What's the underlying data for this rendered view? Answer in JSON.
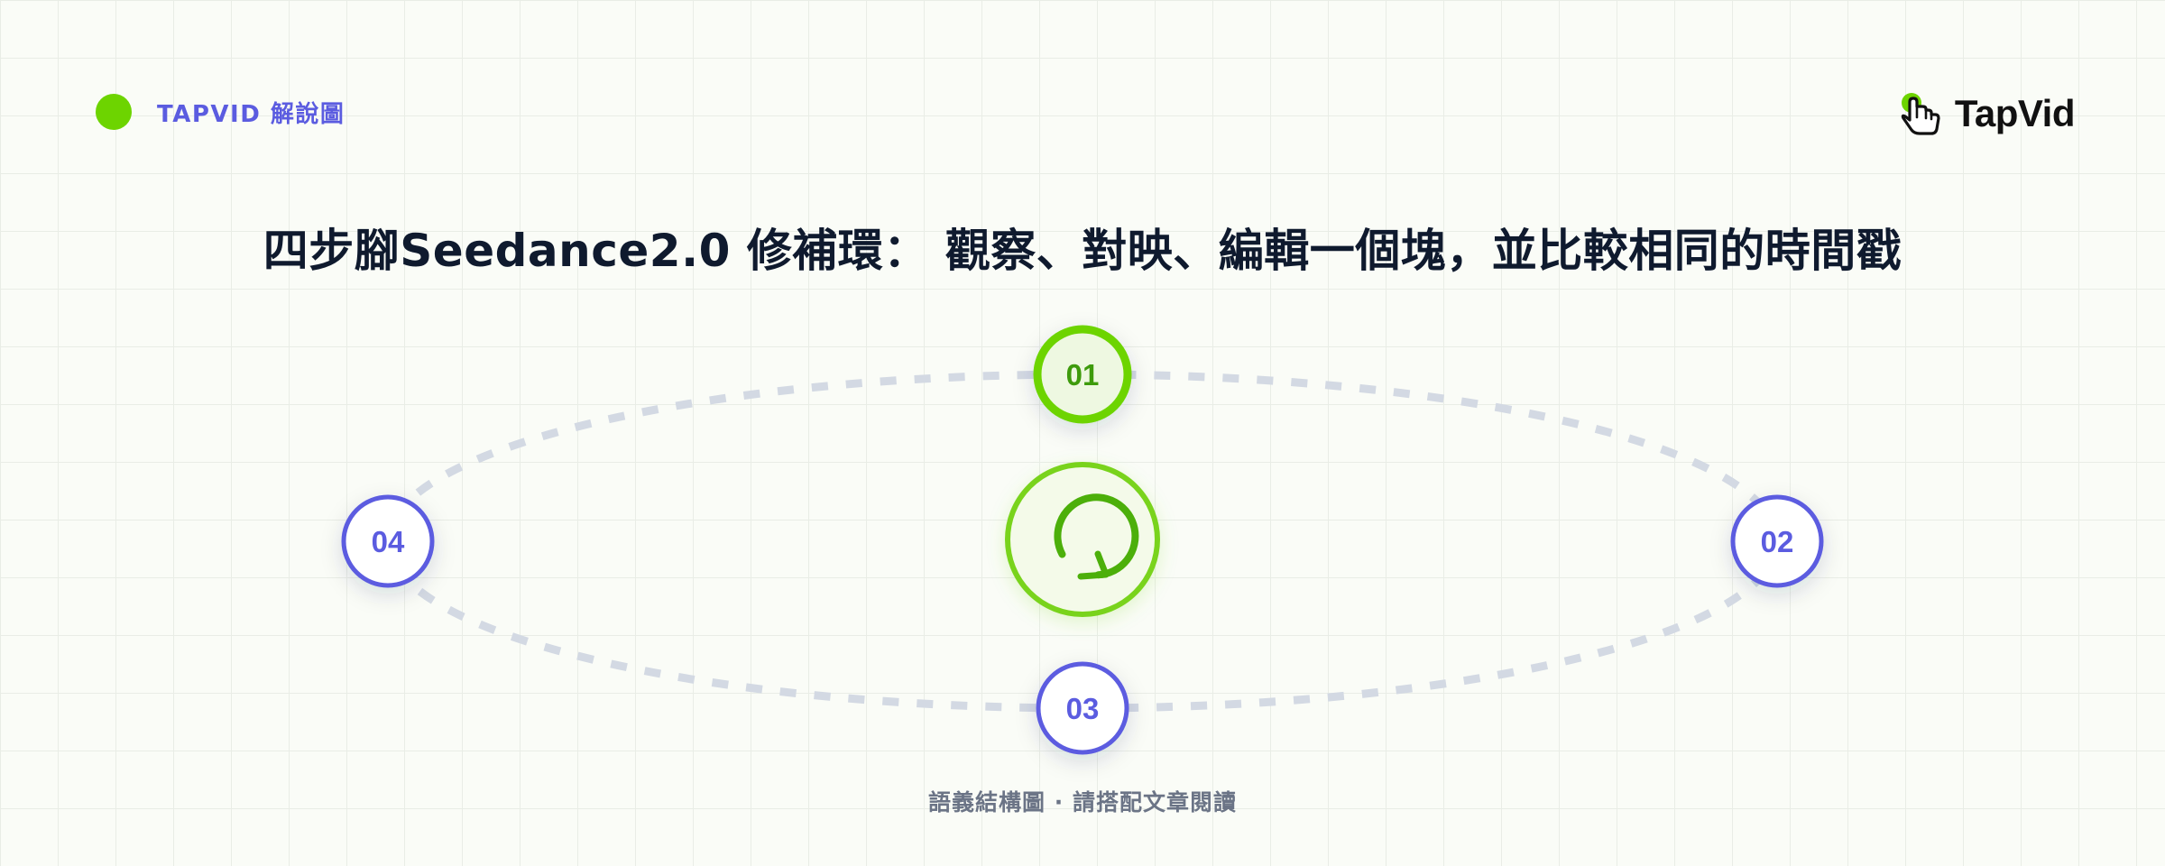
{
  "header": {
    "tag_label": "TAPVID 解說圖",
    "logo_text": "TapVid"
  },
  "title": "四步腳Seedance2.0 修補環： 觀察、對映、編輯一個塊，並比較相同的時間戳",
  "diagram": {
    "center_icon": "cycle-arrow-icon",
    "steps": [
      {
        "label": "01",
        "active": true
      },
      {
        "label": "02",
        "active": false
      },
      {
        "label": "03",
        "active": false
      },
      {
        "label": "04",
        "active": false
      }
    ]
  },
  "footer": "語義結構圖 · 請搭配文章閱讀",
  "colors": {
    "accent_green": "#6dd400",
    "accent_green_dark": "#4caf0a",
    "accent_purple": "#5b5ce0",
    "path_gray": "#d3d9e3",
    "title_navy": "#0f1a2e",
    "footer_gray": "#6b7486"
  }
}
